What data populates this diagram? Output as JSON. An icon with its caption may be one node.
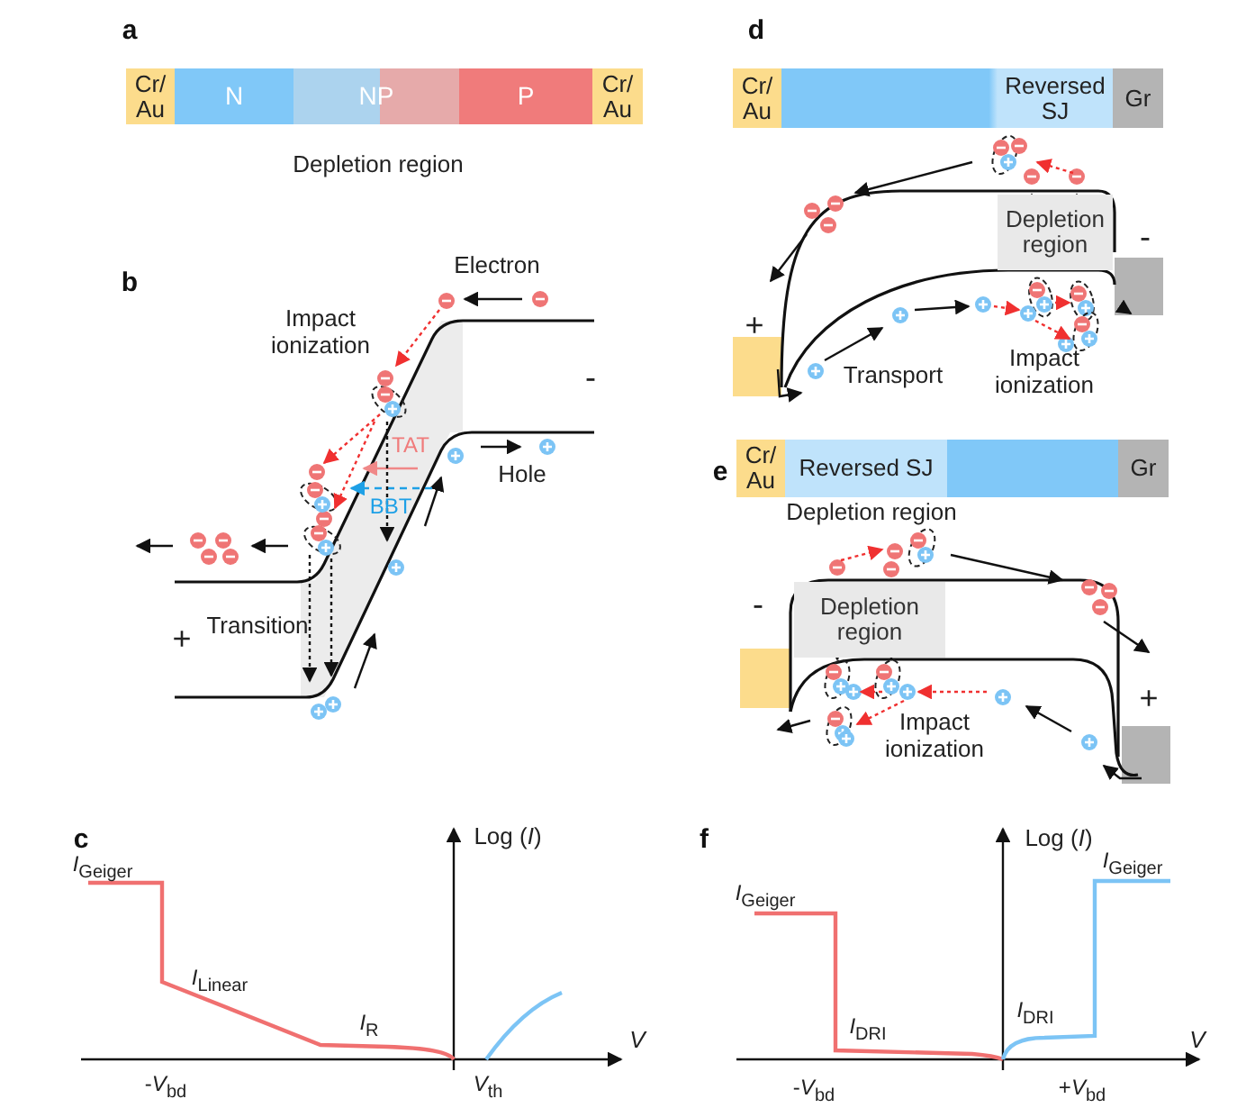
{
  "diagram": {
    "nodes": [
      {
        "text": [
          "Cr/ Au"
        ]
      },
      {
        "text": [
          "N"
        ]
      },
      {
        "text": [
          "NP"
        ]
      },
      {
        "text": [
          "P"
        ]
      },
      {
        "text": [
          "Cr/ Au"
        ]
      },
      {
        "text": [
          "Cr/ Au"
        ]
      },
      {
        "text": [],
        "shape": "box"
      },
      {
        "text": [
          "Reversed SJ"
        ]
      },
      {
        "text": [
          "Gr"
        ]
      },
      {
        "text": [
          "Depletion region"
        ]
      },
      {
        "text": [
          "Cr/ Au"
        ]
      },
      {
        "text": [
          "Reversed SJ"
        ]
      },
      {
        "text": [],
        "shape": "box"
      },
      {
        "text": [
          "Gr"
        ]
      },
      {
        "text": [
          "Depletion region"
        ]
      }
    ],
    "labels": [
      "a",
      "d",
      "Depletion region",
      "b",
      "Electron",
      "Impact ionization",
      "-",
      "TAT",
      "BBT",
      "Hole",
      "+",
      "Transition",
      "+",
      "-",
      "Transport",
      "Impact ionization",
      "e",
      "Depletion region",
      "-",
      "+",
      "Impact ionization",
      "c",
      "Log (*I*)",
      "*I*$_{Geiger}$",
      "*I*$_{Linear}$",
      "*I*$_{R}$",
      "*V*",
      "-*V*$_{bd}$",
      "*V*$_{th}$",
      "f",
      "Log (*I*)",
      "*I*$_{Geiger}$",
      "*I*$_{Geiger}$",
      "*I*$_{DRI}$",
      "*I*$_{DRI}$",
      "*V*",
      "-*V*$_{bd}$",
      "+*V*$_{bd}$"
    ]
  }
}
